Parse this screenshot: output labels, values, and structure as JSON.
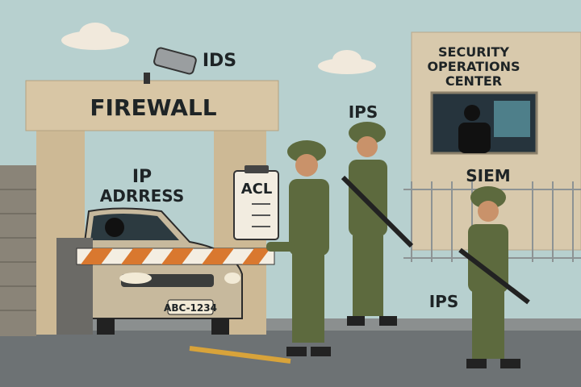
{
  "labels": {
    "ids": "IDS",
    "firewall": "FIREWALL",
    "ip_line1": "IP",
    "ip_line2": "ADRRESS",
    "acl": "ACL",
    "ips_top": "IPS",
    "soc_line1": "SECURITY",
    "soc_line2": "OPERATIONS",
    "soc_line3": "CENTER",
    "siem": "SIEM",
    "ips_bottom": "IPS",
    "license_plate": "ABC-1234"
  },
  "colors": {
    "sky": "#b7d0cf",
    "ground": "#6d7274",
    "gate": "#d8c6a5",
    "uniform": "#5d6a3e",
    "barrier_stripe": "#d9782f"
  }
}
